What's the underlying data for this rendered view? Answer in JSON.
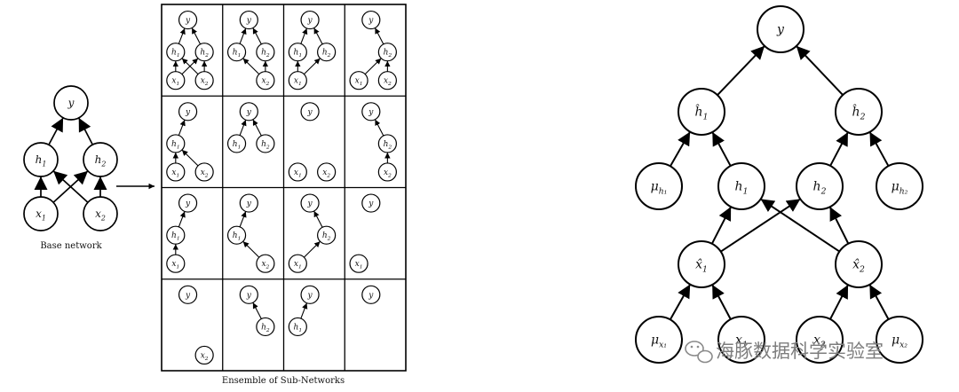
{
  "base_network": {
    "caption": "Base network",
    "nodes": [
      {
        "id": "y",
        "label": "y"
      },
      {
        "id": "h1",
        "label": "h",
        "sub": "1"
      },
      {
        "id": "h2",
        "label": "h",
        "sub": "2"
      },
      {
        "id": "x1",
        "label": "x",
        "sub": "1"
      },
      {
        "id": "x2",
        "label": "x",
        "sub": "2"
      }
    ],
    "edges": [
      [
        "h1",
        "y"
      ],
      [
        "h2",
        "y"
      ],
      [
        "x1",
        "h1"
      ],
      [
        "x1",
        "h2"
      ],
      [
        "x2",
        "h1"
      ],
      [
        "x2",
        "h2"
      ]
    ]
  },
  "ensemble": {
    "caption": "Ensemble of Sub-Networks",
    "subnetworks": [
      {
        "nodes": [
          "y",
          "h1",
          "h2",
          "x1",
          "x2"
        ],
        "edges": [
          [
            "h1",
            "y"
          ],
          [
            "h2",
            "y"
          ],
          [
            "x1",
            "h1"
          ],
          [
            "x1",
            "h2"
          ],
          [
            "x2",
            "h1"
          ],
          [
            "x2",
            "h2"
          ]
        ]
      },
      {
        "nodes": [
          "y",
          "h1",
          "h2",
          "x2"
        ],
        "edges": [
          [
            "h1",
            "y"
          ],
          [
            "h2",
            "y"
          ],
          [
            "x2",
            "h1"
          ],
          [
            "x2",
            "h2"
          ]
        ]
      },
      {
        "nodes": [
          "y",
          "h1",
          "h2",
          "x1"
        ],
        "edges": [
          [
            "h1",
            "y"
          ],
          [
            "h2",
            "y"
          ],
          [
            "x1",
            "h1"
          ],
          [
            "x1",
            "h2"
          ]
        ]
      },
      {
        "nodes": [
          "y",
          "h2",
          "x1",
          "x2"
        ],
        "edges": [
          [
            "h2",
            "y"
          ],
          [
            "x1",
            "h2"
          ],
          [
            "x2",
            "h2"
          ]
        ]
      },
      {
        "nodes": [
          "y",
          "h1",
          "x1",
          "x2"
        ],
        "edges": [
          [
            "h1",
            "y"
          ],
          [
            "x1",
            "h1"
          ],
          [
            "x2",
            "h1"
          ]
        ]
      },
      {
        "nodes": [
          "y",
          "h1",
          "h2"
        ],
        "edges": [
          [
            "h1",
            "y"
          ],
          [
            "h2",
            "y"
          ]
        ]
      },
      {
        "nodes": [
          "y",
          "x1",
          "x2"
        ],
        "edges": []
      },
      {
        "nodes": [
          "y",
          "h2",
          "x2"
        ],
        "edges": [
          [
            "h2",
            "y"
          ],
          [
            "x2",
            "h2"
          ]
        ]
      },
      {
        "nodes": [
          "y",
          "h1",
          "x1"
        ],
        "edges": [
          [
            "h1",
            "y"
          ],
          [
            "x1",
            "h1"
          ]
        ]
      },
      {
        "nodes": [
          "y",
          "h1",
          "x2"
        ],
        "edges": [
          [
            "h1",
            "y"
          ],
          [
            "x2",
            "h1"
          ]
        ]
      },
      {
        "nodes": [
          "y",
          "h2",
          "x1"
        ],
        "edges": [
          [
            "h2",
            "y"
          ],
          [
            "x1",
            "h2"
          ]
        ]
      },
      {
        "nodes": [
          "y",
          "x1"
        ],
        "edges": []
      },
      {
        "nodes": [
          "y",
          "x2"
        ],
        "edges": []
      },
      {
        "nodes": [
          "y",
          "h2"
        ],
        "edges": [
          [
            "h2",
            "y"
          ]
        ]
      },
      {
        "nodes": [
          "y",
          "h1"
        ],
        "edges": [
          [
            "h1",
            "y"
          ]
        ]
      },
      {
        "nodes": [
          "y"
        ],
        "edges": []
      }
    ]
  },
  "labels": {
    "y": {
      "label": "y"
    },
    "h1": {
      "label": "h",
      "sub": "1"
    },
    "h2": {
      "label": "h",
      "sub": "2"
    },
    "x1": {
      "label": "x",
      "sub": "1"
    },
    "x2": {
      "label": "x",
      "sub": "2"
    }
  },
  "dropout_graph": {
    "nodes": [
      {
        "id": "y",
        "label": "y"
      },
      {
        "id": "h1hat",
        "label": "ĥ",
        "sub": "1"
      },
      {
        "id": "h2hat",
        "label": "ĥ",
        "sub": "2"
      },
      {
        "id": "muh1",
        "label": "μ",
        "sub": "h₁"
      },
      {
        "id": "h1",
        "label": "h",
        "sub": "1"
      },
      {
        "id": "h2",
        "label": "h",
        "sub": "2"
      },
      {
        "id": "muh2",
        "label": "μ",
        "sub": "h₂"
      },
      {
        "id": "x1hat",
        "label": "x̂",
        "sub": "1"
      },
      {
        "id": "x2hat",
        "label": "x̂",
        "sub": "2"
      },
      {
        "id": "mux1",
        "label": "μ",
        "sub": "x₁"
      },
      {
        "id": "x1",
        "label": "x",
        "sub": "1"
      },
      {
        "id": "x2",
        "label": "x",
        "sub": "2"
      },
      {
        "id": "mux2",
        "label": "μ",
        "sub": "x₂"
      }
    ],
    "edges": [
      [
        "h1hat",
        "y"
      ],
      [
        "h2hat",
        "y"
      ],
      [
        "muh1",
        "h1hat"
      ],
      [
        "h1",
        "h1hat"
      ],
      [
        "h2",
        "h2hat"
      ],
      [
        "muh2",
        "h2hat"
      ],
      [
        "x1hat",
        "h1"
      ],
      [
        "x1hat",
        "h2"
      ],
      [
        "x2hat",
        "h1"
      ],
      [
        "x2hat",
        "h2"
      ],
      [
        "mux1",
        "x1hat"
      ],
      [
        "x1",
        "x1hat"
      ],
      [
        "x2",
        "x2hat"
      ],
      [
        "mux2",
        "x2hat"
      ]
    ]
  },
  "watermark": {
    "text": "海豚数据科学实验室",
    "icon": "wechat-icon"
  }
}
